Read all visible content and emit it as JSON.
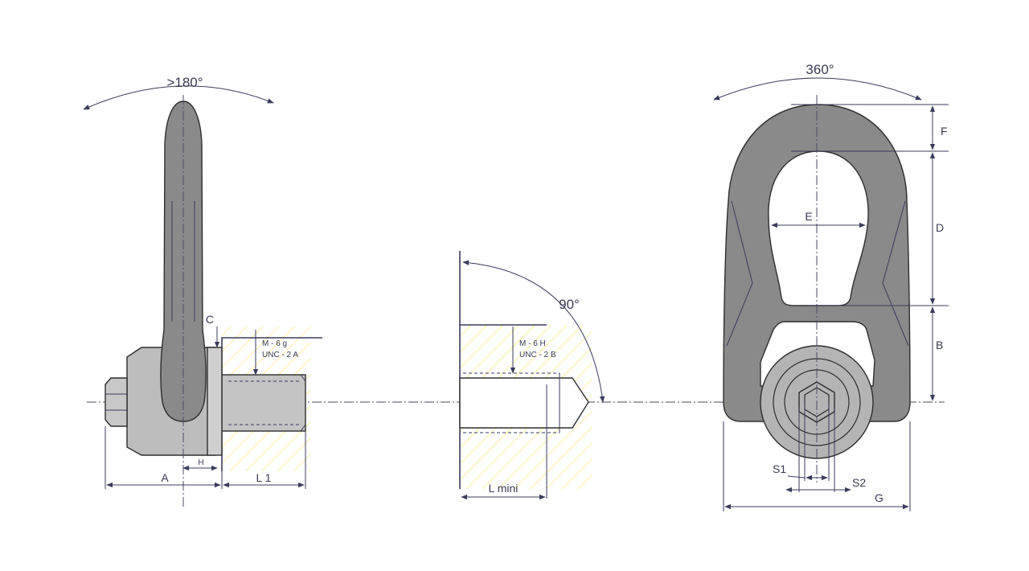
{
  "side_view": {
    "rotation_label": ">180°",
    "dim_c": "C",
    "dim_h": "H",
    "dim_a": "A",
    "dim_l1": "L 1",
    "thread_line1": "M - 6 g",
    "thread_line2": "UNC - 2 A"
  },
  "hole_view": {
    "rotation_label": "90°",
    "dim_l_mini": "L mini",
    "thread_line1": "M - 6 H",
    "thread_line2": "UNC - 2 B"
  },
  "front_view": {
    "rotation_label": "360°",
    "dim_f": "F",
    "dim_e": "E",
    "dim_d": "D",
    "dim_b": "B",
    "dim_s1": "S1",
    "dim_s2": "S2",
    "dim_g": "G"
  },
  "colors": {
    "ring_fill": "#8a8a8a",
    "ring_dark": "#6e6e6e",
    "body_fill": "#bdbdbd",
    "bolt_fill": "#c4c4c4",
    "hatch": "#f2e45c",
    "line": "#3b3b5c"
  }
}
